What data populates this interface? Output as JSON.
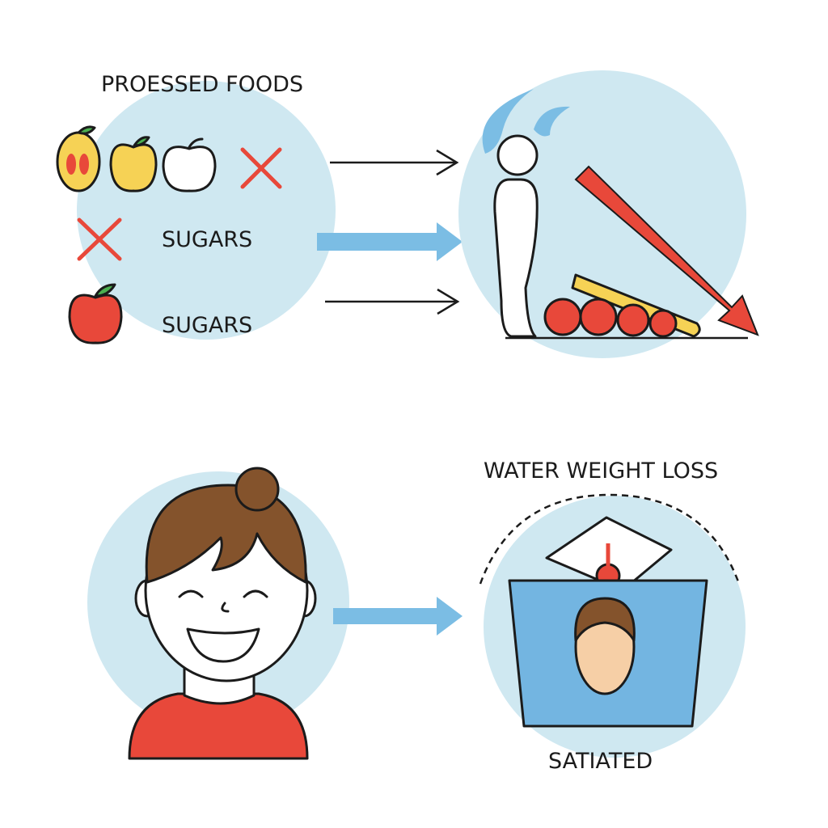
{
  "top_left": {
    "title": "PROESSED FOODS",
    "row2_label": "SUGARS",
    "row3_label": "SUGARS"
  },
  "bottom_right": {
    "title": "WATER WEIGHT LOSS",
    "caption": "SATIATED"
  },
  "colors": {
    "circle": "#cfe8f1",
    "arrow_blue": "#7bbde4",
    "red": "#e8483a",
    "yellow": "#f6d255",
    "hair": "#84532c",
    "skin": "#f6cfa6",
    "scale": "#73b5e1"
  }
}
